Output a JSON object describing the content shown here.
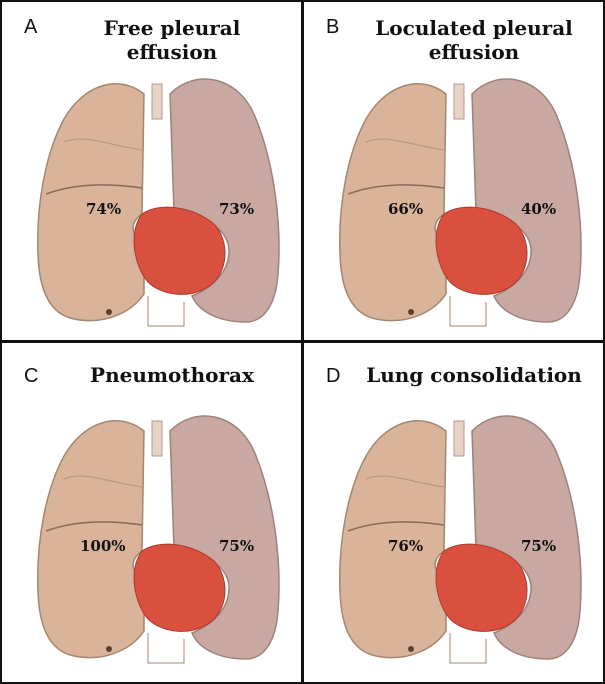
{
  "panels": [
    {
      "letter": "A",
      "title": "Free pleural\neffusion",
      "right_lung_pct": "74%",
      "left_lung_pct": "73%"
    },
    {
      "letter": "B",
      "title": "Loculated pleural\neffusion",
      "right_lung_pct": "66%",
      "left_lung_pct": "40%"
    },
    {
      "letter": "C",
      "title": "Pneumothorax",
      "right_lung_pct": "100%",
      "left_lung_pct": "75%"
    },
    {
      "letter": "D",
      "title": "Lung consolidation",
      "right_lung_pct": "76%",
      "left_lung_pct": "75%"
    }
  ],
  "colors": {
    "lung_right": "#d9b39a",
    "lung_left": "#c9a8a2",
    "heart": "#d9503f",
    "border": "#111111"
  }
}
